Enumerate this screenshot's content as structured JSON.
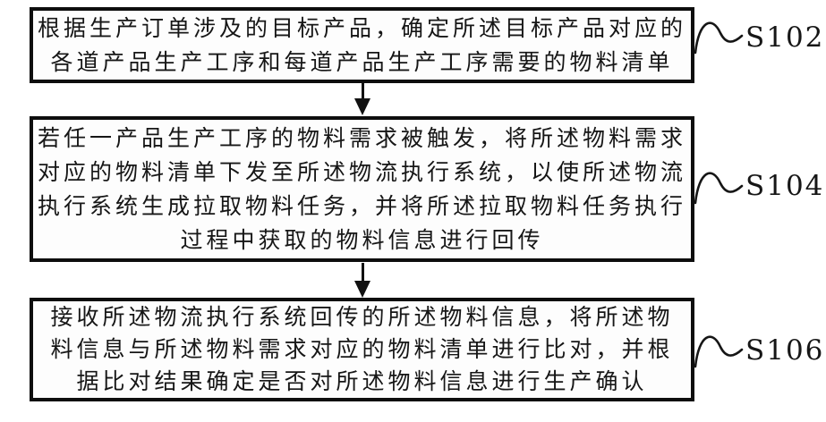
{
  "figure": {
    "type": "flowchart",
    "background": "#ffffff",
    "ink": "#111111",
    "steps": [
      {
        "ref": "S102",
        "lines": [
          "根据生产订单涉及的目标产品，确定所述目标产品对应的",
          "各道产品生产工序和每道产品生产工序需要的物料清单"
        ]
      },
      {
        "ref": "S104",
        "lines": [
          "若任一产品生产工序的物料需求被触发，将所述物料需求",
          "对应的物料清单下发至所述物流执行系统，以使所述物流",
          "执行系统生成拉取物料任务，并将所述拉取物料任务执行",
          "过程中获取的物料信息进行回传"
        ]
      },
      {
        "ref": "S106",
        "lines": [
          "接收所述物流执行系统回传的所述物料信息，将所述物",
          "料信息与所述物料需求对应的物料清单进行比对，并根",
          "据比对结果确定是否对所述物料信息进行生产确认"
        ]
      }
    ]
  }
}
